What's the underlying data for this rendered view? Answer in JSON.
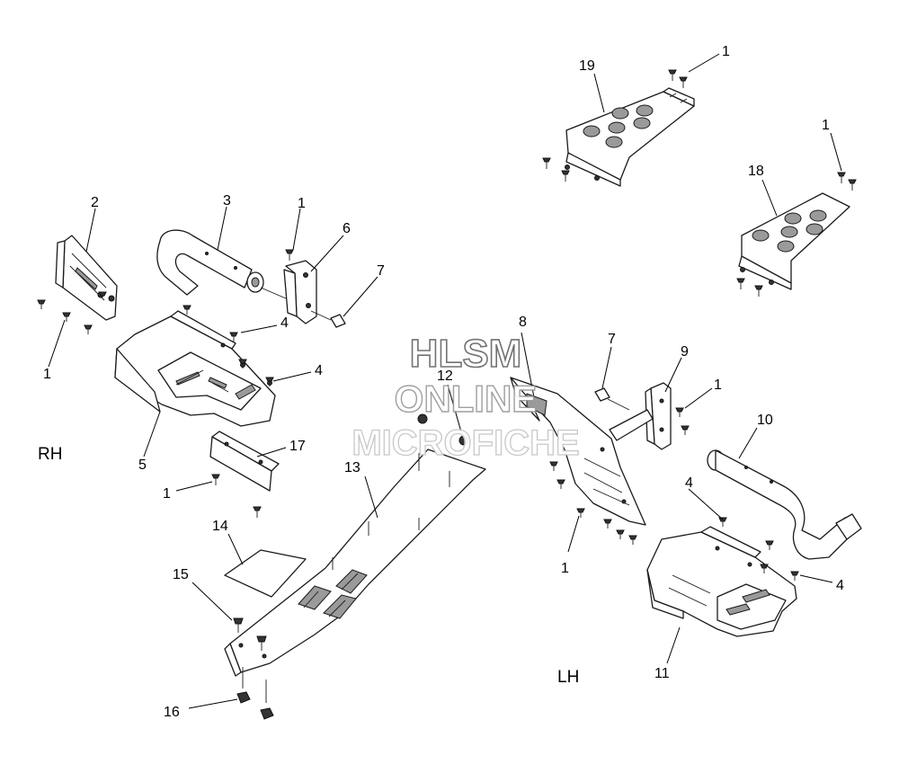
{
  "side_labels": {
    "rh": "RH",
    "lh": "LH"
  },
  "callouts": {
    "c19": "19",
    "c1_top": "1",
    "c1_r": "1",
    "c18": "18",
    "c2": "2",
    "c3": "3",
    "c1_a": "1",
    "c6": "6",
    "c7_left": "7",
    "c4_a": "4",
    "c4_b": "4",
    "c1_left": "1",
    "c5": "5",
    "c17": "17",
    "c1_c": "1",
    "c8": "8",
    "c7_mid": "7",
    "c9": "9",
    "c1_d": "1",
    "c12": "12",
    "c10": "10",
    "c13": "13",
    "c14": "14",
    "c15": "15",
    "c4_c": "4",
    "c1_e": "1",
    "c4_d": "4",
    "c11": "11",
    "c16": "16"
  },
  "watermark": {
    "line1": "HLSM",
    "line2": "ONLINE",
    "line3": "MICROFICHE"
  },
  "colors": {
    "ink": "#1a1a1a",
    "background": "#ffffff",
    "shading": "#9a9a9a"
  }
}
